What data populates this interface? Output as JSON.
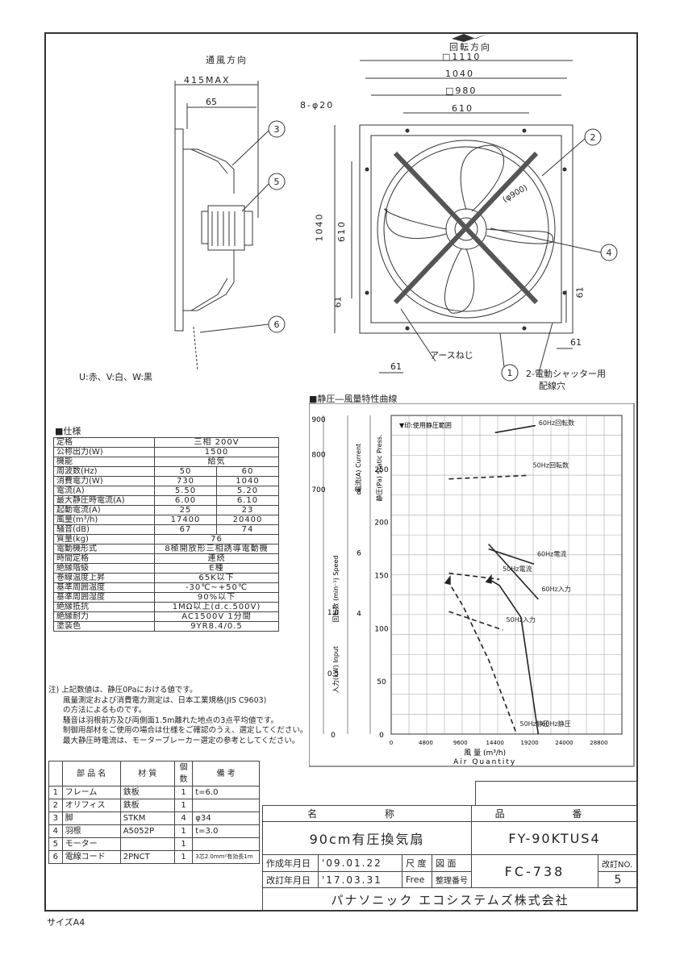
{
  "drawing": {
    "wind_direction": "通風方向",
    "rotation_direction": "回転方向",
    "dims_side": {
      "overall_depth": "415MAX",
      "d65": "65"
    },
    "dims_front": {
      "sq1110": "□1110",
      "d1040": "1040",
      "sq980": "□980",
      "d610": "610",
      "holes": "8-φ20",
      "fan_dia": "(φ900)",
      "v1040": "1040",
      "v610": "610",
      "v61": "61",
      "h61": "61",
      "b61": "61",
      "r61": "61"
    },
    "callouts": [
      "1",
      "2",
      "3",
      "4",
      "5",
      "6"
    ],
    "wiring_note": "U:赤、V:白、W:黒",
    "earth_screw": "アースねじ",
    "shutter_holes": "2-電動シャッター用",
    "shutter_holes2": "配線穴"
  },
  "spec": {
    "heading": "■仕様",
    "rows": [
      {
        "label": "定格",
        "v1": "三相 200V"
      },
      {
        "label": "公称出力(W)",
        "v1": "1500"
      },
      {
        "label": "機能",
        "v1": "給気"
      },
      {
        "label": "周波数(Hz)",
        "v1": "50",
        "v2": "60"
      },
      {
        "label": "消費電力(W)",
        "v1": "730",
        "v2": "1040"
      },
      {
        "label": "電流(A)",
        "v1": "5.50",
        "v2": "5.20"
      },
      {
        "label": "最大静圧時電流(A)",
        "v1": "6.00",
        "v2": "6.10"
      },
      {
        "label": "起動電流(A)",
        "v1": "25",
        "v2": "23"
      },
      {
        "label": "風量(m³/h)",
        "v1": "17400",
        "v2": "20400"
      },
      {
        "label": "騒音(dB)",
        "v1": "67",
        "v2": "74"
      },
      {
        "label": "質量(kg)",
        "v1": "76"
      },
      {
        "label": "電動機形式",
        "v1": "8極開放形三相誘導電動機"
      },
      {
        "label": "時間定格",
        "v1": "連続"
      },
      {
        "label": "絶縁階級",
        "v1": "E種"
      },
      {
        "label": "巻線温度上昇",
        "v1": "65K以下"
      },
      {
        "label": "基準周囲温度",
        "v1": "-30℃~+50℃"
      },
      {
        "label": "基準周囲湿度",
        "v1": "90%以下"
      },
      {
        "label": "絶縁抵抗",
        "v1": "1MΩ以上(d.c.500V)"
      },
      {
        "label": "絶縁耐力",
        "v1": "AC1500V 1分間"
      },
      {
        "label": "塗装色",
        "v1": "9YR8.4/0.5"
      }
    ],
    "notes": [
      "注) 上記数値は、静圧0Paにおける値です。",
      "風量測定および消費電力測定は、日本工業規格(JIS C9603)",
      "の方法によるものです。",
      "騒音は羽根前方及び両側面1.5m離れた地点の3点平均値です。",
      "制御用部材をご使用の場合は仕様をご確認のうえ、選定してください。",
      "最大静圧時電流は、モーターブレーカー選定の参考としてください。"
    ]
  },
  "parts": {
    "headers": [
      "部 品 名",
      "材 質",
      "個数",
      "備 考"
    ],
    "rows": [
      [
        "1",
        "フレーム",
        "鉄板",
        "1",
        "t=6.0"
      ],
      [
        "2",
        "オリフィス",
        "鉄板",
        "1",
        ""
      ],
      [
        "3",
        "脚",
        "STKM",
        "4",
        "φ34"
      ],
      [
        "4",
        "羽根",
        "A5052P",
        "1",
        "t=3.0"
      ],
      [
        "5",
        "モーター",
        "",
        "1",
        ""
      ],
      [
        "6",
        "電線コード",
        "2PNCT",
        "1",
        "3芯2.0mm²有効長1m"
      ]
    ]
  },
  "title_block": {
    "name_label": "名 称",
    "number_label": "品 番",
    "name": "90cm有圧換気扇",
    "model": "FY-90KTUS4",
    "created_label": "作成年月日",
    "created": "'09.01.22",
    "revised_label": "改訂年月日",
    "revised": "'17.03.31",
    "scale_label": "尺 度",
    "scale": "Free",
    "drawing_label": "図 面",
    "control_label": "整理番号",
    "drawing_no": "FC-738",
    "rev_no_label": "改訂NO.",
    "rev_no": "5",
    "company": "パナソニック エコシステムズ株式会社"
  },
  "paper_size": "サイズA4",
  "chart_data": {
    "type": "line",
    "title": "■静圧―風量特性曲線",
    "legend_note": "▼印:使用静圧範囲",
    "xlabel": "風 量 (m³/h)",
    "xlabel2": "Air Quantity",
    "x_ticks": [
      "0",
      "4800",
      "9600",
      "14400",
      "19200",
      "24000",
      "28800"
    ],
    "xlim": [
      0,
      32000
    ],
    "axes": {
      "speed": {
        "label": "回転数 (min⁻¹) Speed",
        "ticks": [
          "700",
          "800",
          "900"
        ]
      },
      "power": {
        "label": "入力(kW) Input",
        "ticks": [
          "0",
          "0.5",
          "1.0"
        ]
      },
      "current": {
        "label": "電流(A) Current",
        "ticks": [
          "4",
          "6",
          "8"
        ]
      },
      "pressure": {
        "label": "静圧(Pa) Static Press.",
        "ticks": [
          "0",
          "50",
          "100",
          "150",
          "200",
          "250"
        ],
        "ylim": [
          0,
          300
        ]
      }
    },
    "series": [
      {
        "name": "60Hz回転数",
        "axis": "speed",
        "x": [
          14400,
          20000
        ],
        "y": [
          860,
          880
        ]
      },
      {
        "name": "50Hz回転数",
        "axis": "speed",
        "x": [
          8000,
          19200
        ],
        "y": [
          728,
          738
        ]
      },
      {
        "name": "50Hz電流",
        "axis": "current",
        "x": [
          8000,
          15000
        ],
        "y": [
          5.3,
          5.1
        ]
      },
      {
        "name": "60Hz電流",
        "axis": "current",
        "x": [
          13500,
          19800
        ],
        "y": [
          6.1,
          5.6
        ]
      },
      {
        "name": "60Hz静圧",
        "axis": "pressure",
        "x": [
          13500,
          15000,
          18000,
          20400
        ],
        "y": [
          146,
          140,
          110,
          0
        ]
      },
      {
        "name": "50Hz静圧",
        "axis": "pressure",
        "x": [
          7800,
          10000,
          13500,
          17400
        ],
        "y": [
          145,
          120,
          70,
          0
        ]
      },
      {
        "name": "60Hz入力",
        "axis": "power",
        "x": [
          13500,
          20400
        ],
        "y": [
          1.55,
          1.1
        ]
      },
      {
        "name": "50Hz入力",
        "axis": "power",
        "x": [
          8000,
          15500
        ],
        "y": [
          1.0,
          0.85
        ]
      }
    ]
  }
}
